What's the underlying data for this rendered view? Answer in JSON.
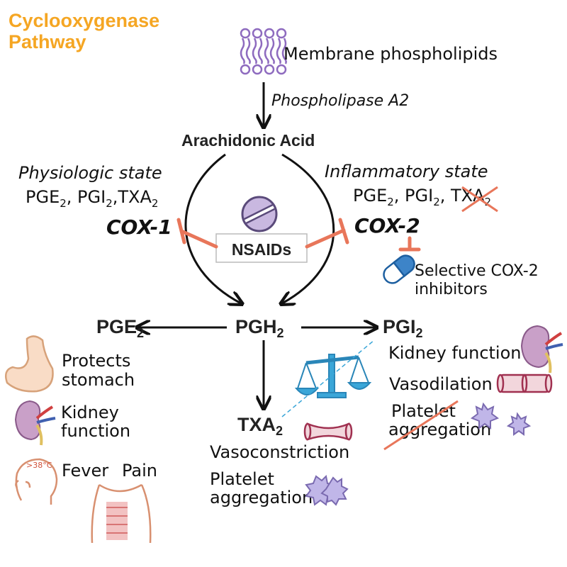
{
  "title": {
    "line1": "Cyclooxygenase",
    "line2": "Pathway"
  },
  "membrane_label": "Membrane phospholipids",
  "phospholipase_label": "Phospholipase A2",
  "arachidonic_label": "Arachidonic Acid",
  "physiologic": {
    "heading": "Physiologic state",
    "pge": "PGE",
    "pgi": "PGI",
    "txa": "TXA",
    "sub": "2",
    "enzyme": "COX-1"
  },
  "inflammatory": {
    "heading": "Inflammatory state",
    "pge": "PGE",
    "pgi": "PGI",
    "txa": "TXA",
    "sub": "2",
    "enzyme": "COX-2"
  },
  "nsaids_label": "NSAIDs",
  "selective": {
    "line1": "Selective COX-2",
    "line2": "inhibitors"
  },
  "pgh": "PGH",
  "pge_out": "PGE",
  "pgi_out": "PGI",
  "txa_out": "TXA",
  "sub": "2",
  "pge_effects": {
    "protects1": "Protects",
    "protects2": "stomach",
    "kidney1": "Kidney",
    "kidney2": "function",
    "fever": "Fever",
    "pain": "Pain",
    "temp": ">38°C"
  },
  "txa_effects": {
    "vasoconstriction": "Vasoconstriction",
    "platelet1": "Platelet",
    "platelet2": "aggregation"
  },
  "pgi_effects": {
    "kidney": "Kidney function",
    "vasodilation": "Vasodilation",
    "platelet1": "Platelet",
    "platelet2": "aggregation"
  },
  "colors": {
    "title": "#f5a623",
    "inhibit": "#e8765a",
    "phospholipid": "#8e6bbf",
    "scale": "#3aa6d8",
    "vessel": "#a03050",
    "platelet": "#9a8ac8"
  }
}
